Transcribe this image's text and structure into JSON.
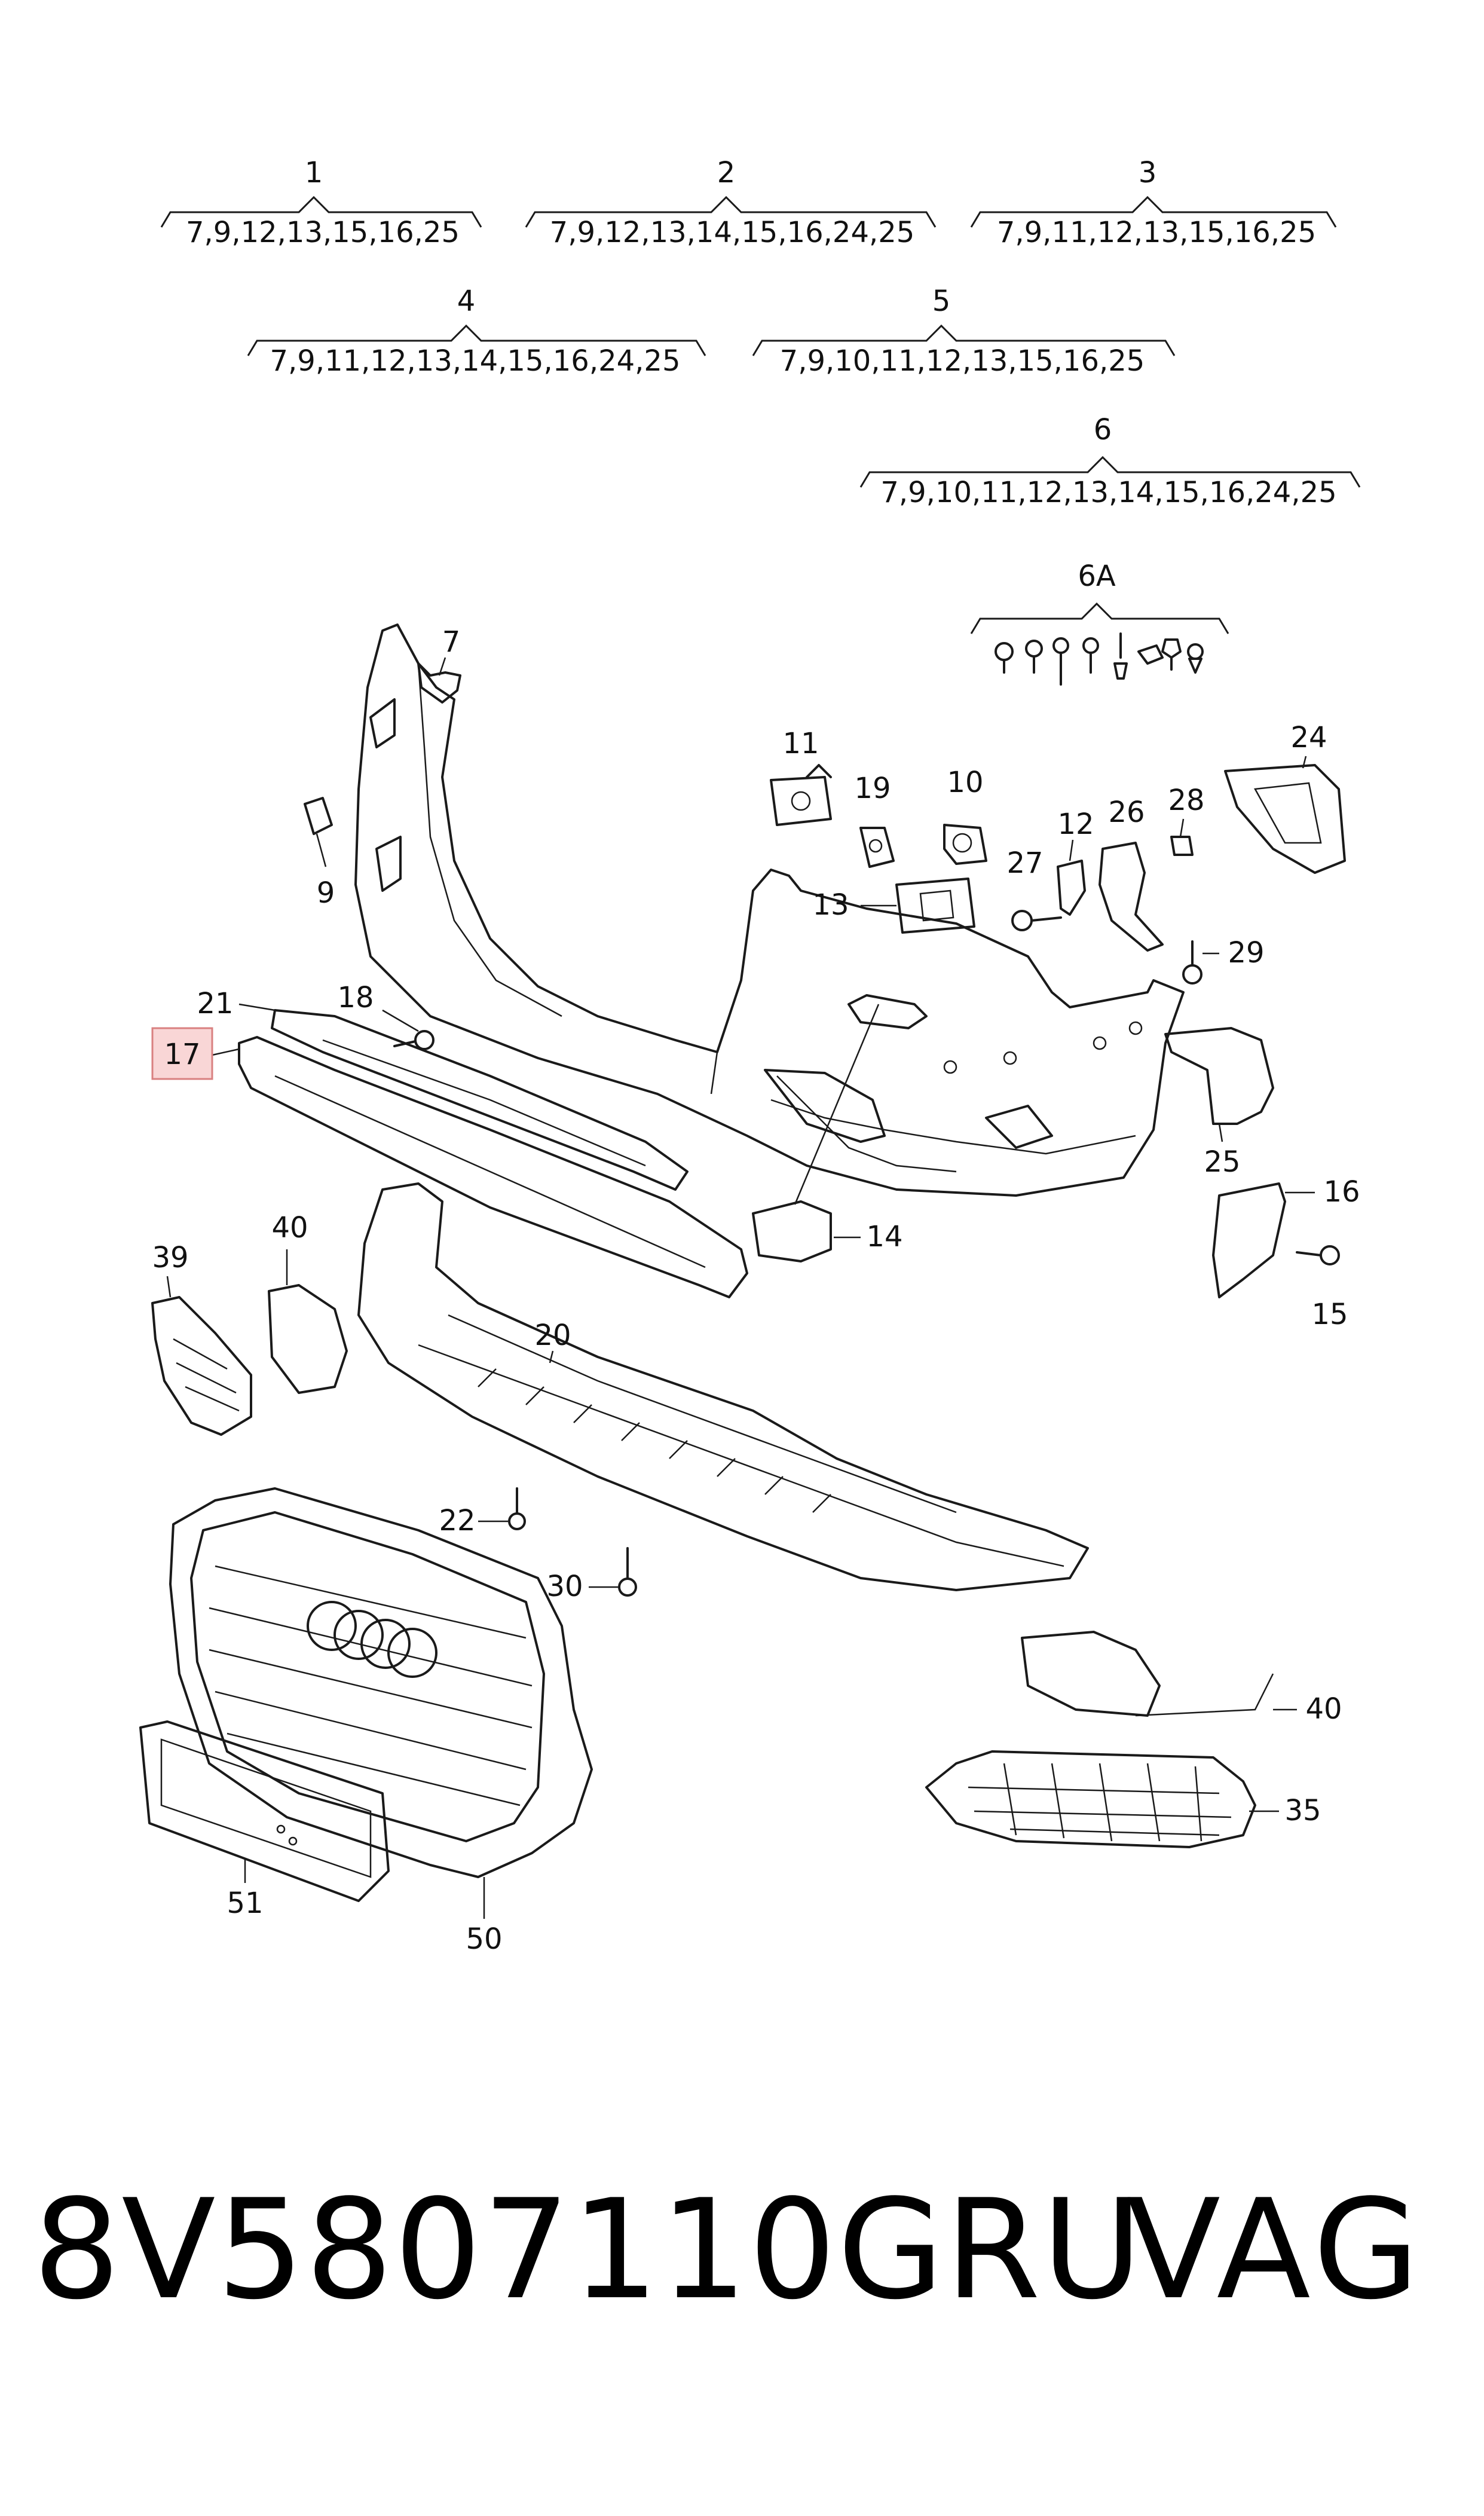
{
  "kits": [
    {
      "id": "1",
      "contents": "7,9,12,13,15,16,25"
    },
    {
      "id": "2",
      "contents": "7,9,12,13,14,15,16,24,25"
    },
    {
      "id": "3",
      "contents": "7,9,11,12,13,15,16,25"
    },
    {
      "id": "4",
      "contents": "7,9,11,12,13,14,15,16,24,25"
    },
    {
      "id": "5",
      "contents": "7,9,10,11,12,13,15,16,25"
    },
    {
      "id": "6",
      "contents": "7,9,10,11,12,13,14,15,16,24,25"
    }
  ],
  "kit_6a": {
    "id": "6A"
  },
  "callouts": {
    "c7": "7",
    "c9": "9",
    "c11": "11",
    "c19": "19",
    "c10": "10",
    "c13": "13",
    "c12": "12",
    "c26": "26",
    "c28": "28",
    "c24": "24",
    "c27": "27",
    "c29": "29",
    "c21": "21",
    "c18": "18",
    "c17": "17",
    "c25": "25",
    "c16": "16",
    "c15": "15",
    "c14": "14",
    "c39": "39",
    "c40a": "40",
    "c20": "20",
    "c22": "22",
    "c30": "30",
    "c40b": "40",
    "c35": "35",
    "c51": "51",
    "c50": "50"
  },
  "highlighted_callout": "17",
  "highlight_color": "#f9d6d6",
  "footer": {
    "part_number": "8V5807110GRU",
    "brand": "VAG"
  }
}
